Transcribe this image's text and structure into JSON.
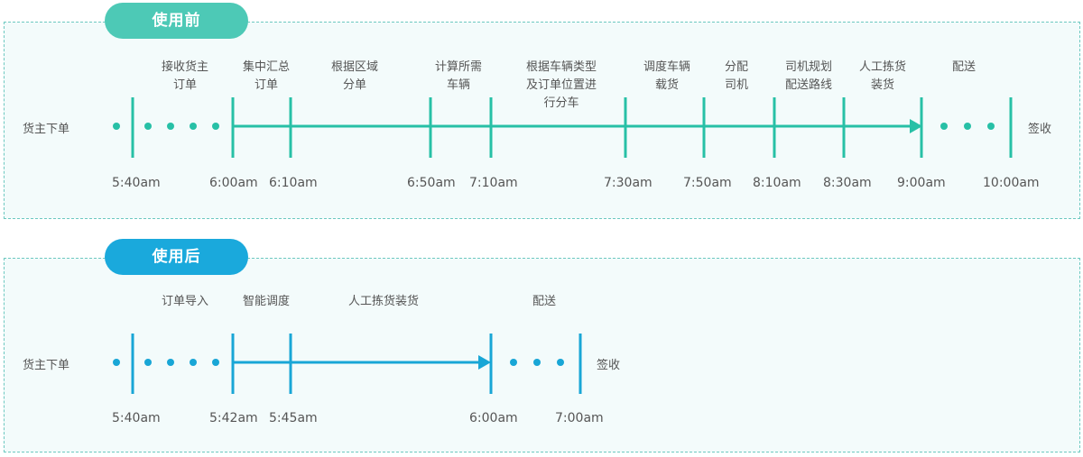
{
  "before": {
    "title": "使用前",
    "start_label": "货主下单",
    "end_label": "签收",
    "color": "#27c0a6",
    "steps": [
      "接收货主\n订单",
      "集中汇总\n订单",
      "根据区域\n分单",
      "计算所需\n车辆",
      "根据车辆类型\n及订单位置进\n行分车",
      "调度车辆\n载货",
      "分配\n司机",
      "司机规划\n配送路线",
      "人工拣货\n装货",
      "配送"
    ],
    "times": [
      "5:40am",
      "6:00am",
      "6:10am",
      "6:50am",
      "7:10am",
      "7:30am",
      "7:50am",
      "8:10am",
      "8:30am",
      "9:00am",
      "10:00am"
    ]
  },
  "after": {
    "title": "使用后",
    "start_label": "货主下单",
    "end_label": "签收",
    "color": "#18a6d6",
    "steps": [
      "订单导入",
      "智能调度",
      "人工拣货装货",
      "配送"
    ],
    "times": [
      "5:40am",
      "5:42am",
      "5:45am",
      "6:00am",
      "7:00am"
    ]
  }
}
